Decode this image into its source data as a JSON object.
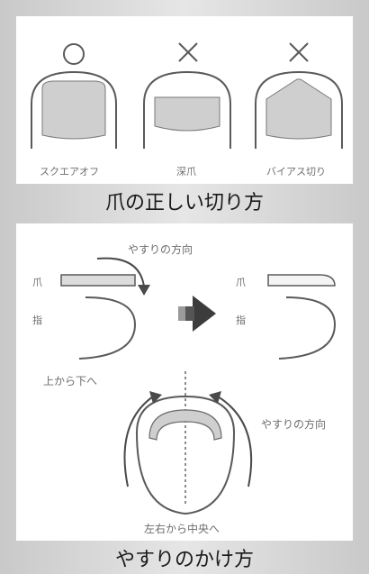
{
  "top_section": {
    "marks": {
      "good": "○",
      "bad1": "×",
      "bad2": "×"
    },
    "labels": [
      "スクエアオフ",
      "深爪",
      "バイアス切り"
    ],
    "caption": "爪の正しい切り方"
  },
  "bottom_section": {
    "top_arrow_label": "やすりの方向",
    "left_labels": {
      "nail": "爪",
      "finger": "指"
    },
    "right_labels": {
      "nail": "爪",
      "finger": "指"
    },
    "top_bottom_label": "上から下へ",
    "side_arrow_label": "やすりの方向",
    "center_label": "左右から中央へ",
    "caption": "やすりのかけ方"
  },
  "colors": {
    "background": "#d6d6d6",
    "panel": "#ffffff",
    "line": "#5a5a5a",
    "nail_fill": "#cfcfcf",
    "arrow": "#3c3c3c"
  }
}
